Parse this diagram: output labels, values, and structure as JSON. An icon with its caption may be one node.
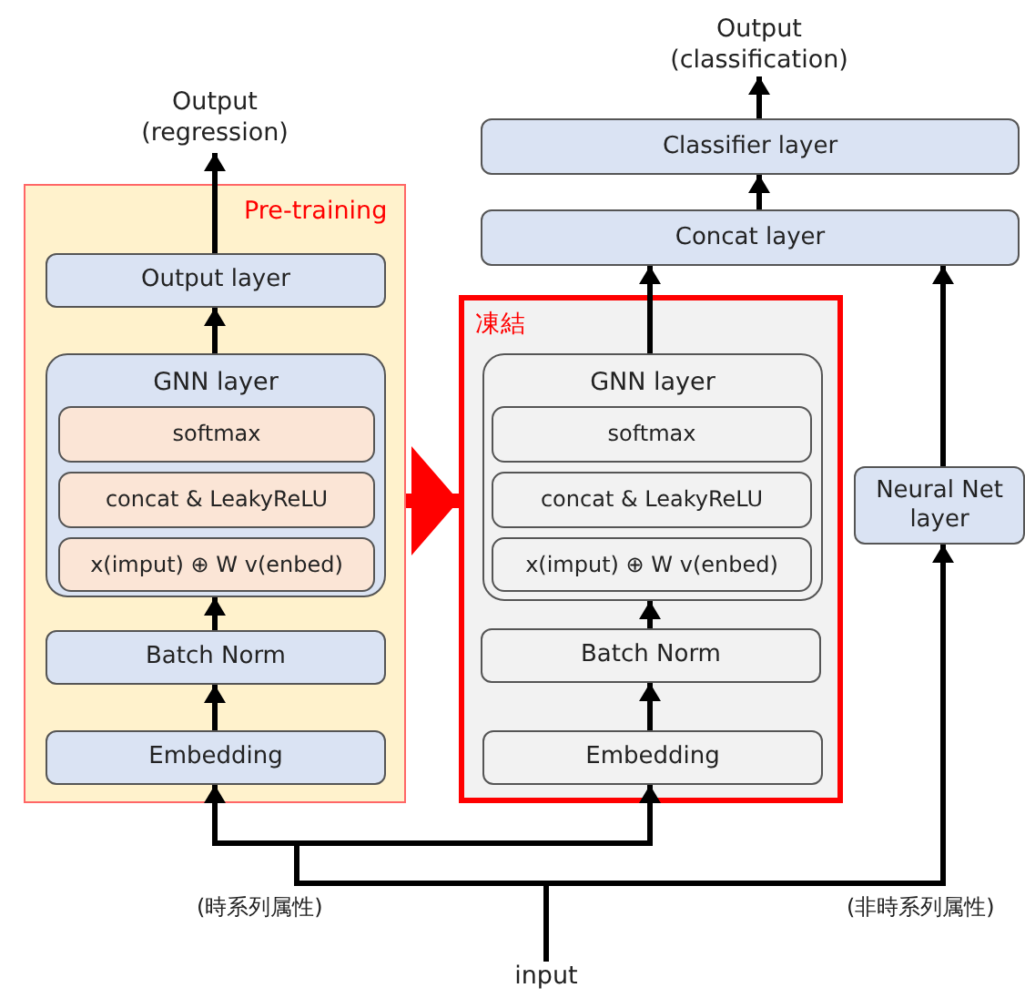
{
  "diagram": {
    "nodes": [
      {
        "text": [
          "Output (regression)"
        ]
      },
      {
        "text": [
          "Pre-training"
        ]
      },
      {
        "text": [
          "Output layer"
        ],
        "in": 1
      },
      {
        "text": [
          "GNN layer"
        ],
        "in": 1
      },
      {
        "text": [
          "softmax"
        ],
        "in": 3
      },
      {
        "text": [
          "concat & LeakyReLU"
        ],
        "in": 3
      },
      {
        "text": [
          "x(imput) ⊕ W v(enbed)"
        ],
        "in": 3
      },
      {
        "text": [
          "Batch Norm"
        ],
        "in": 1
      },
      {
        "text": [
          "Embedding"
        ],
        "in": 1
      },
      {
        "text": [
          "Output (classification)"
        ]
      },
      {
        "text": [
          "Classifier layer"
        ]
      },
      {
        "text": [
          "Concat  layer"
        ]
      },
      {
        "text": [
          "凍結"
        ]
      },
      {
        "text": [
          "GNN layer"
        ],
        "in": 12
      },
      {
        "text": [
          "softmax"
        ],
        "in": 13
      },
      {
        "text": [
          "concat & LeakyReLU"
        ],
        "in": 13
      },
      {
        "text": [
          "x(imput) ⊕ W v(enbed)"
        ],
        "in": 13
      },
      {
        "text": [
          "Batch Norm"
        ],
        "in": 12
      },
      {
        "text": [
          "Embedding"
        ],
        "in": 12
      },
      {
        "text": [
          "Neural Net layer"
        ]
      },
      {
        "text": [
          "input"
        ]
      }
    ],
    "edges": [
      {
        "from": 2,
        "to": 0,
        "arrow": "to"
      },
      {
        "from": 3,
        "to": 2,
        "arrow": "to"
      },
      {
        "from": 7,
        "to": 3,
        "arrow": "to"
      },
      {
        "from": 8,
        "to": 7,
        "arrow": "to"
      },
      {
        "from": 20,
        "to": 8,
        "arrow": "to"
      },
      {
        "from": 20,
        "to": 18,
        "arrow": "to"
      },
      {
        "from": 20,
        "to": 19,
        "arrow": "to"
      },
      {
        "from": 18,
        "to": 17,
        "arrow": "to"
      },
      {
        "from": 17,
        "to": 13,
        "arrow": "to"
      },
      {
        "from": 13,
        "to": 11,
        "arrow": "to"
      },
      {
        "from": 19,
        "to": 11,
        "arrow": "to"
      },
      {
        "from": 11,
        "to": 10,
        "arrow": "to"
      },
      {
        "from": 10,
        "to": 9,
        "arrow": "to"
      },
      {
        "from": 1,
        "to": 12,
        "arrow": "to",
        "style": "thick",
        "color": "#ff0000"
      }
    ],
    "labels": [
      "(時系列属性)",
      "(非時系列属性)"
    ]
  }
}
